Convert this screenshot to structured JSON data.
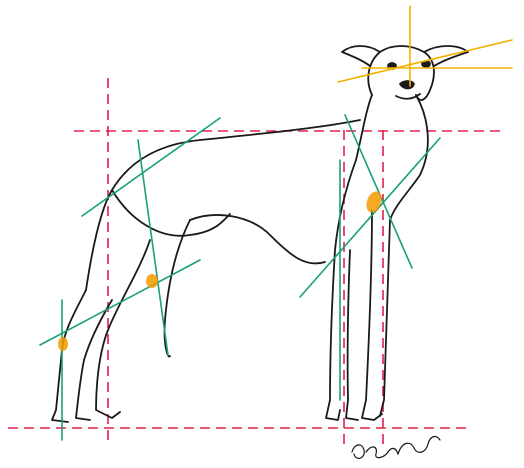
{
  "colors": {
    "background": "#ffffff",
    "ink": "#1a1a1a",
    "reference_lines": "#e0204a",
    "angle_lines": "#1aa07a",
    "head_axes": "#f2b200",
    "joint_markers": "#f59a00"
  },
  "signature": {
    "text": "Guillermo",
    "kind": "handwritten-signature"
  },
  "annotations": {
    "joint_markers": [
      "elbow",
      "stifle",
      "hock"
    ],
    "head_axes": [
      "muzzle-line",
      "skull-line",
      "vertical-axis"
    ]
  }
}
